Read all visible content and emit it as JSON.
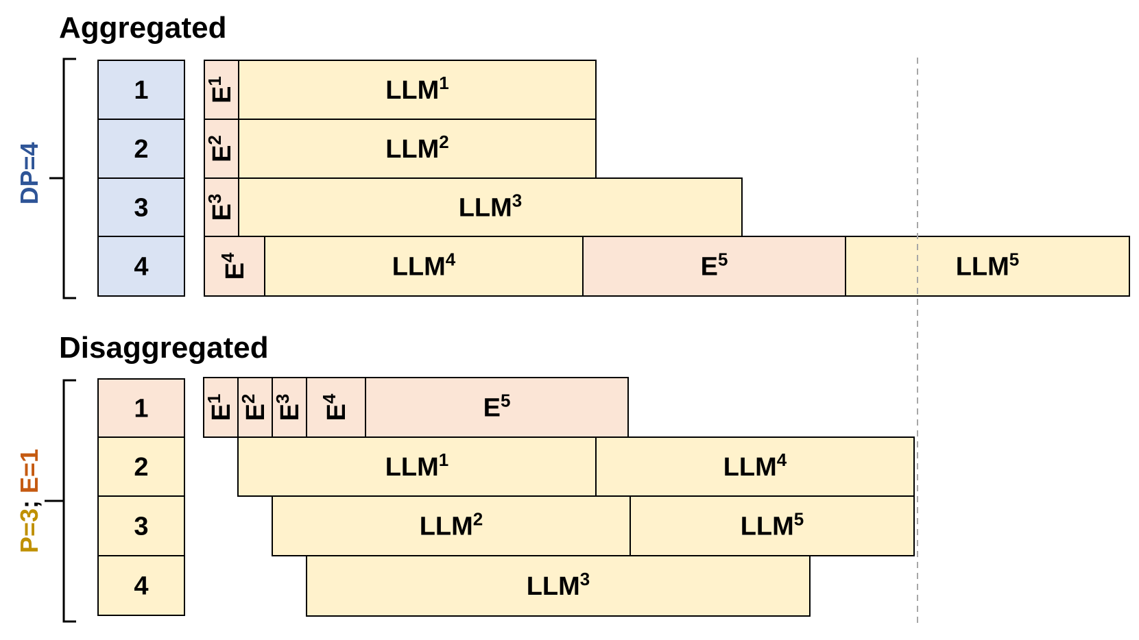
{
  "colors": {
    "gpu_blue": "#dae3f3",
    "encoder": "#fbe5d6",
    "llm": "#fff2cc",
    "stroke": "#000000",
    "dp_label": "#2f5597",
    "p_label": "#bf9000",
    "e_label": "#c55a11",
    "dashed_line": "#a6a6a6"
  },
  "aggregated": {
    "title": "Aggregated",
    "side_label": "DP=4",
    "gpus": [
      "1",
      "2",
      "3",
      "4"
    ],
    "blocks": [
      {
        "id": "E1",
        "kind": "encoder",
        "base": "E",
        "sup": "1",
        "vertical": true
      },
      {
        "id": "LLM1",
        "kind": "llm",
        "base": "LLM",
        "sup": "1"
      },
      {
        "id": "E2",
        "kind": "encoder",
        "base": "E",
        "sup": "2",
        "vertical": true
      },
      {
        "id": "LLM2",
        "kind": "llm",
        "base": "LLM",
        "sup": "2"
      },
      {
        "id": "E3",
        "kind": "encoder",
        "base": "E",
        "sup": "3",
        "vertical": true
      },
      {
        "id": "LLM3",
        "kind": "llm",
        "base": "LLM",
        "sup": "3"
      },
      {
        "id": "E4",
        "kind": "encoder",
        "base": "E",
        "sup": "4",
        "vertical": true
      },
      {
        "id": "LLM4",
        "kind": "llm",
        "base": "LLM",
        "sup": "4"
      },
      {
        "id": "E5",
        "kind": "encoder",
        "base": "E",
        "sup": "5"
      },
      {
        "id": "LLM5",
        "kind": "llm",
        "base": "LLM",
        "sup": "5"
      }
    ]
  },
  "disaggregated": {
    "title": "Disaggregated",
    "side_label_p": "P=3",
    "side_label_sep": "; ",
    "side_label_e": "E=1",
    "gpus": [
      {
        "label": "1",
        "kind": "encoder"
      },
      {
        "label": "2",
        "kind": "llm"
      },
      {
        "label": "3",
        "kind": "llm"
      },
      {
        "label": "4",
        "kind": "llm"
      }
    ],
    "blocks": [
      {
        "id": "E1",
        "kind": "encoder",
        "base": "E",
        "sup": "1",
        "vertical": true
      },
      {
        "id": "E2",
        "kind": "encoder",
        "base": "E",
        "sup": "2",
        "vertical": true
      },
      {
        "id": "E3",
        "kind": "encoder",
        "base": "E",
        "sup": "3",
        "vertical": true
      },
      {
        "id": "E4",
        "kind": "encoder",
        "base": "E",
        "sup": "4",
        "vertical": true
      },
      {
        "id": "E5",
        "kind": "encoder",
        "base": "E",
        "sup": "5"
      },
      {
        "id": "LLM1",
        "kind": "llm",
        "base": "LLM",
        "sup": "1"
      },
      {
        "id": "LLM4",
        "kind": "llm",
        "base": "LLM",
        "sup": "4"
      },
      {
        "id": "LLM2",
        "kind": "llm",
        "base": "LLM",
        "sup": "2"
      },
      {
        "id": "LLM5",
        "kind": "llm",
        "base": "LLM",
        "sup": "5"
      },
      {
        "id": "LLM3",
        "kind": "llm",
        "base": "LLM",
        "sup": "3"
      }
    ]
  }
}
